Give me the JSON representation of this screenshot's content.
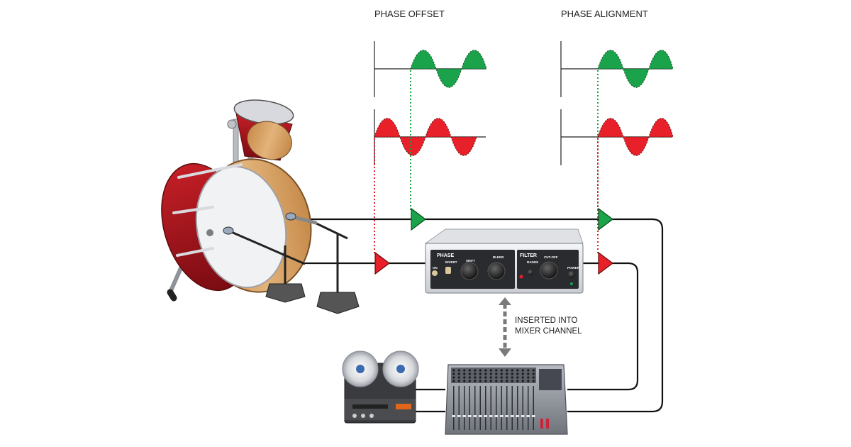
{
  "labels": {
    "phase_offset": "PHASE OFFSET",
    "phase_alignment": "PHASE ALIGNMENT",
    "inserted_line1": "INSERTED INTO",
    "inserted_line2": "MIXER CHANNEL"
  },
  "device": {
    "section_phase": "PHASE",
    "shift": "SHIFT",
    "blend": "BLEND",
    "invert": "INVERT",
    "on": "ON",
    "section_filter": "FILTER",
    "range": "RANGE",
    "cutoff": "CUT-OFF",
    "power": "POWER"
  },
  "colors": {
    "green_wave": "#1aa34a",
    "red_wave": "#e8202a",
    "cable": "#111111",
    "drum_shell": "#a3121a",
    "device_body": "#e7e9ec"
  },
  "icons": [
    "kick-drum-icon",
    "tom-drum-icon",
    "microphone-icon",
    "mic-stand-icon",
    "reel-to-reel-recorder-icon",
    "mixing-console-icon",
    "phase-tool-device-icon",
    "triangle-marker-icon",
    "bidirectional-arrow-icon"
  ]
}
